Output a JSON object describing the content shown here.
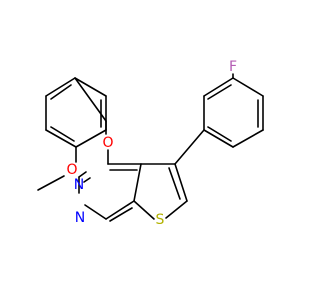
{
  "colors": {
    "bond": "#000000",
    "oxygen": "#ff0000",
    "nitrogen": "#0000ff",
    "sulfur": "#b2b200",
    "fluorine": "#b35cb3"
  },
  "atoms": {
    "fluorine": "F",
    "ether_oxygen": "O",
    "methoxy_oxygen": "O",
    "nitrogen_top": "N",
    "nitrogen_bottom": "N",
    "sulfur": "S"
  }
}
